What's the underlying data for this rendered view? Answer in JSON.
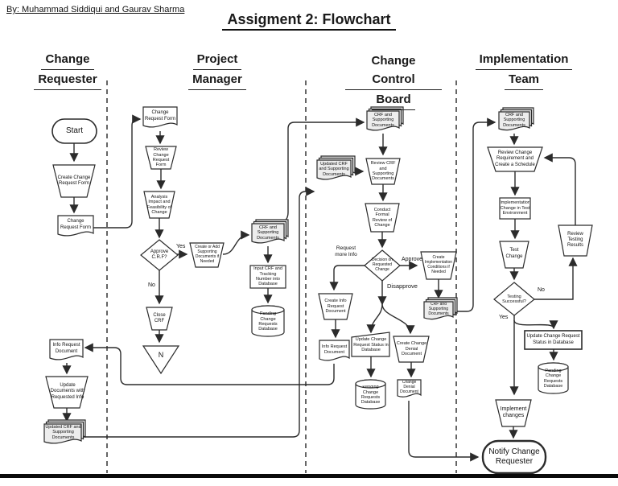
{
  "header": {
    "byline": "By: Muhammad Siddiqui and Gaurav Sharma",
    "title": "Assigment 2: Flowchart"
  },
  "lanes": [
    {
      "line1": "Change",
      "line2": "Requester"
    },
    {
      "line1": "Project",
      "line2": "Manager"
    },
    {
      "line1": "Change Control",
      "line2": "Board"
    },
    {
      "line1": "Implementation",
      "line2": "Team"
    }
  ],
  "nodes": {
    "start": "Start",
    "create_crf": "Create Change Request Form",
    "crf_doc": "Change Request Form",
    "info_req_doc_cr": "Info Request Document",
    "update_docs": "Update Documents with Requested Info",
    "updated_docs_cr": "Updated CRF and Supporting Documents",
    "crf_doc_pm": "Change Request Form",
    "review_form": "Review Change Request Form",
    "analysis": "Analysis Impact and Feasibility of Change",
    "approve_decision": "Approve C.R.F?",
    "create_add_docs": "Create or Add Supporting Documents if Needed",
    "close_crf": "Close CRF",
    "n_terminal": "N",
    "crf_supp_pm": "CRF and Supporting Documents",
    "input_crf_db": "Input CRF and Tracking Number into Database",
    "pending_db_pm": "Pending Change Requests Database",
    "crf_supp_ccb_top": "CRF and Supporting Documents",
    "updated_docs_ccb": "Updated CRF and Supporting Documents",
    "review_docs": "Review CRF and Supporting Documents",
    "formal_review": "Conduct Formal Review of Change",
    "decision_change": "Decision on Requested Change",
    "create_info_req": "Create Info Request Document",
    "info_req_doc_ccb": "Info Request Document",
    "update_status_ccb": "Update Change Request Status in Database",
    "pending_db_ccb": "Pending Change Requests Database",
    "create_denial": "Create Change Denial Document",
    "denial_doc": "Change Denial Document",
    "create_impl_cond": "Create Implementation Conditions if Needed",
    "crf_supp_ccb_bottom": "CRF and Supporting Documents",
    "crf_supp_it": "CRF and Supporting Documents",
    "review_change_req": "Review Change Requirement and Create a Schedule",
    "impl_test_env": "Implementation Change in Test Environment",
    "test_change": "Test Change",
    "review_testing": "Review Testing Results",
    "testing_decision": "Testing Successful?",
    "update_status_it": "Update Change Request Status in Database",
    "pending_db_it": "Pending Change Requests Database",
    "implement_changes": "Implement changes",
    "notify": "Notify Change Requester"
  },
  "edge_labels": {
    "yes_pm": "Yes",
    "no_pm": "No",
    "request_more_info": "Request more Info",
    "approve": "Approve",
    "disapprove": "Disapprove",
    "no_testing": "No",
    "yes_testing": "Yes"
  },
  "colors": {
    "ink": "#2b2b2b",
    "paper": "#ffffff",
    "multidoc_fill": "#ededed"
  }
}
